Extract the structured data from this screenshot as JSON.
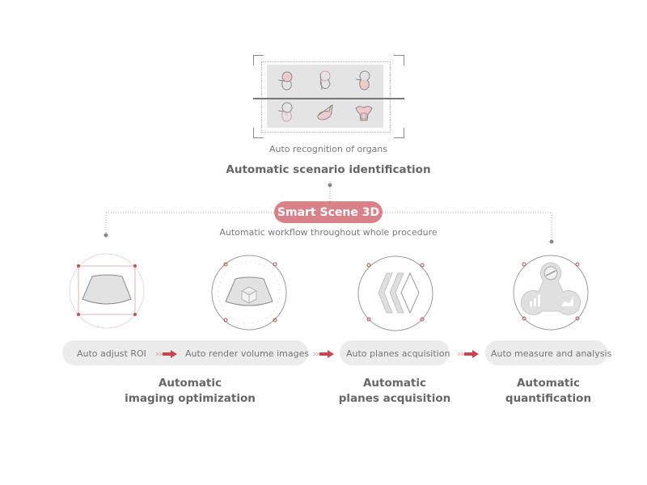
{
  "top": {
    "organs": [
      {
        "name": "fetal-head",
        "icon": "fetus-head-icon"
      },
      {
        "name": "fetal-face",
        "icon": "fetus-face-icon"
      },
      {
        "name": "fetal-abdomen",
        "icon": "fetus-abdomen-icon"
      },
      {
        "name": "fetal-heart",
        "icon": "fetus-heart-icon"
      },
      {
        "name": "uterus",
        "icon": "uterus-icon"
      },
      {
        "name": "pelvic-floor",
        "icon": "pelvic-floor-icon"
      }
    ],
    "caption": "Auto recognition of organs",
    "title": "Automatic scenario identification"
  },
  "center": {
    "label": "Smart Scene 3D",
    "subtitle": "Automatic workflow throughout whole procedure",
    "accent": "#d98188"
  },
  "steps": [
    {
      "label": "Auto adjust ROI",
      "icon": "roi-frame-icon"
    },
    {
      "label": "Auto render volume images",
      "icon": "volume-render-icon"
    },
    {
      "label": "Auto planes acquisition",
      "icon": "planes-icon"
    },
    {
      "label": "Auto measure and analysis",
      "icon": "measure-analysis-icon"
    }
  ],
  "categories": [
    {
      "line1": "Automatic",
      "line2": "imaging optimization"
    },
    {
      "line1": "Automatic",
      "line2": "planes acquisition"
    },
    {
      "line1": "Automatic",
      "line2": "quantification"
    }
  ],
  "colors": {
    "accent": "#d98188",
    "arrow": "#c9444f",
    "line": "#8a8a8a",
    "panel": "#e4e4e4"
  }
}
